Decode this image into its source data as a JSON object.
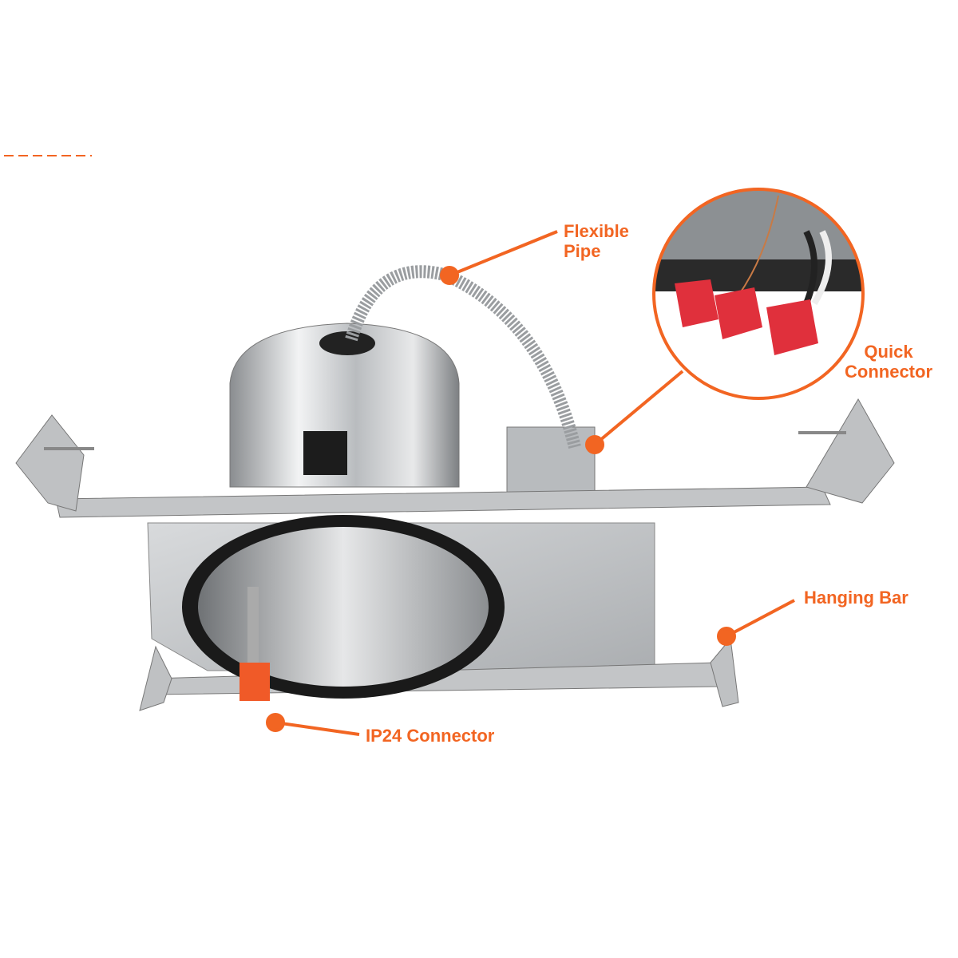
{
  "accent_color": "#f26522",
  "labels": {
    "flexible_pipe": [
      "Flexible",
      "Pipe"
    ],
    "quick_connector": [
      "Quick",
      "Connector"
    ],
    "hanging_bar": "Hanging Bar",
    "ip24_connector": "IP24 Connector"
  }
}
